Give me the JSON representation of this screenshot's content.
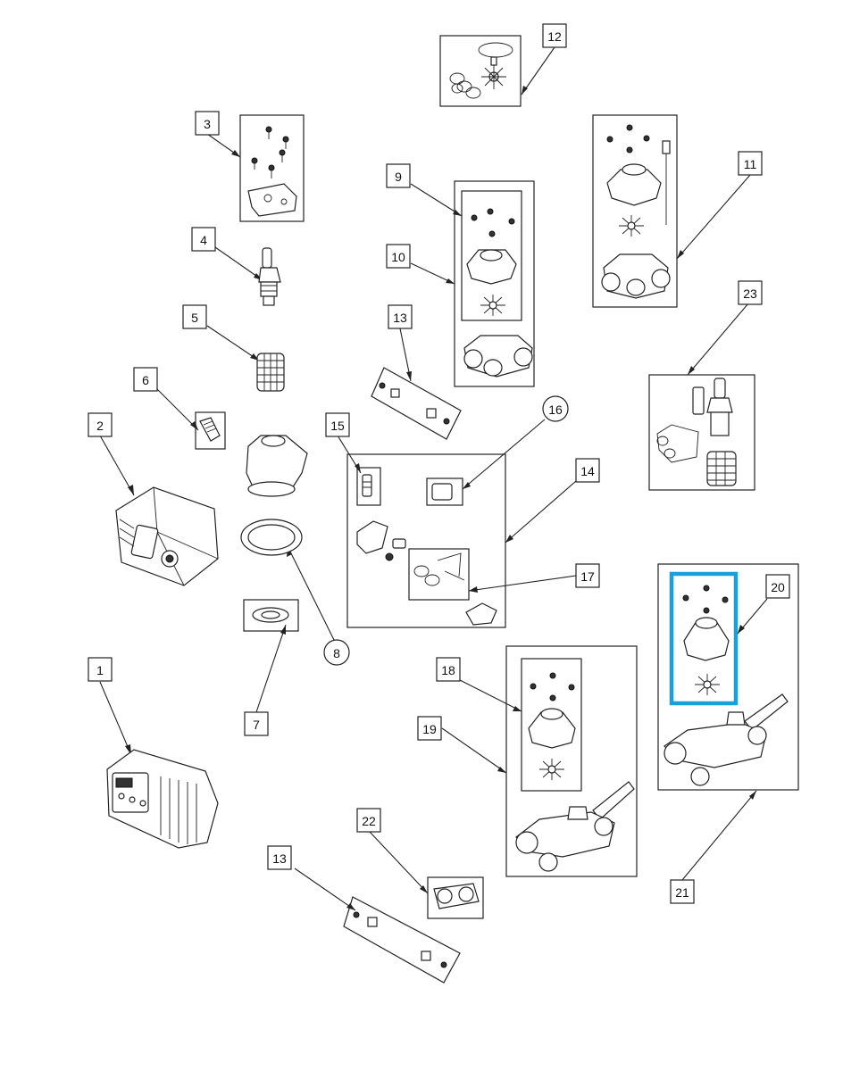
{
  "diagram": {
    "highlight_color": "#1a9fd8",
    "callouts": [
      {
        "id": "1",
        "shape": "box"
      },
      {
        "id": "2",
        "shape": "box"
      },
      {
        "id": "3",
        "shape": "box"
      },
      {
        "id": "4",
        "shape": "box"
      },
      {
        "id": "5",
        "shape": "box"
      },
      {
        "id": "6",
        "shape": "box"
      },
      {
        "id": "7",
        "shape": "box"
      },
      {
        "id": "8",
        "shape": "circle"
      },
      {
        "id": "9",
        "shape": "box"
      },
      {
        "id": "10",
        "shape": "box"
      },
      {
        "id": "11",
        "shape": "box"
      },
      {
        "id": "12",
        "shape": "box"
      },
      {
        "id": "13",
        "shape": "box"
      },
      {
        "id": "13",
        "shape": "box"
      },
      {
        "id": "14",
        "shape": "box"
      },
      {
        "id": "15",
        "shape": "box"
      },
      {
        "id": "16",
        "shape": "circle"
      },
      {
        "id": "17",
        "shape": "box"
      },
      {
        "id": "18",
        "shape": "box"
      },
      {
        "id": "19",
        "shape": "box"
      },
      {
        "id": "20",
        "shape": "box"
      },
      {
        "id": "21",
        "shape": "box"
      },
      {
        "id": "22",
        "shape": "box"
      },
      {
        "id": "23",
        "shape": "box"
      }
    ]
  }
}
